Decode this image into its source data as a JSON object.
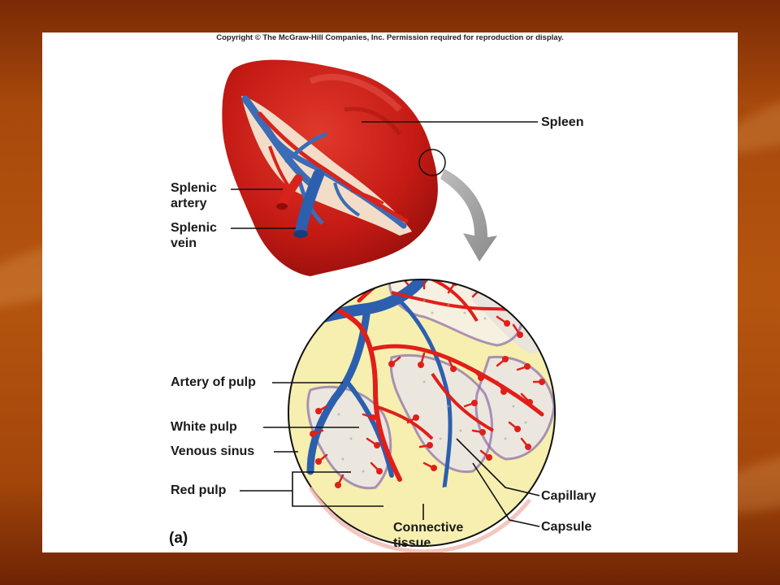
{
  "copyright": "Copyright © The McGraw-Hill Companies, Inc. Permission required for reproduction or display.",
  "panel_letter": "(a)",
  "labels": {
    "spleen": "Spleen",
    "splenic_artery_1": "Splenic",
    "splenic_artery_2": "artery",
    "splenic_vein_1": "Splenic",
    "splenic_vein_2": "vein",
    "artery_of_pulp": "Artery of pulp",
    "white_pulp": "White pulp",
    "venous_sinus": "Venous sinus",
    "red_pulp": "Red pulp",
    "connective_tissue_1": "Connective",
    "connective_tissue_2": "tissue",
    "capillary": "Capillary",
    "capsule": "Capsule"
  },
  "colors": {
    "spleen_red": "#c41a14",
    "artery_red": "#e01f1a",
    "vein_blue": "#2c5fae",
    "white_pulp": "#f5f0e0",
    "capsule_yellow": "#f6efb0",
    "background_orange": "#b4550f"
  }
}
